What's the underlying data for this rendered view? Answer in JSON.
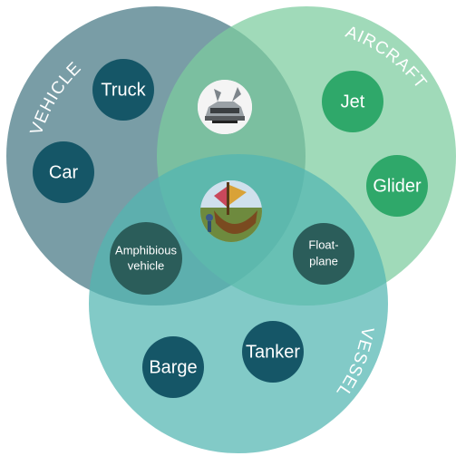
{
  "diagram": {
    "sets": [
      {
        "key": "vehicle",
        "label": "VEHICLE",
        "color": "#5b8793"
      },
      {
        "key": "aircraft",
        "label": "AIRCRAFT",
        "color": "#7ccc9e"
      },
      {
        "key": "vessel",
        "label": "VESSEL",
        "color": "#52b6b2"
      }
    ],
    "items": {
      "truck": "Truck",
      "car": "Car",
      "jet": "Jet",
      "glider": "Glider",
      "amphibious_line1": "Amphibious",
      "amphibious_line2": "vehicle",
      "floatplane_line1": "Float-",
      "floatplane_line2": "plane",
      "barge": "Barge",
      "tanker": "Tanker"
    },
    "images": {
      "flying_car": "flying-car-photo",
      "all_three": "ship-vehicle-aircraft-illustration"
    },
    "colors": {
      "dark_node": "#155667",
      "green_node": "#2fa86a",
      "mixed_node": "#2b5d5a"
    }
  }
}
